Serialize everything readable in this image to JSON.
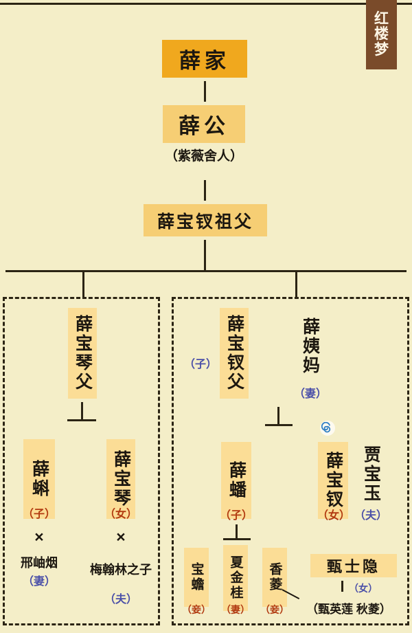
{
  "corner_tag": {
    "chars": [
      "红",
      "楼",
      "梦"
    ],
    "text": "红楼梦",
    "bg": "#7a4b2a",
    "fg": "#fdf6e6"
  },
  "palette": {
    "page_bg": "#f4eec8",
    "box_strong": "#f0a81e",
    "box_mid": "#f6ce74",
    "box_lite": "#fbdd96",
    "line": "#2b2414",
    "tag_red": "#b13a10",
    "tag_blue": "#4a4fa8",
    "spiral": "#2f7fc4"
  },
  "root": {
    "label": "薛家"
  },
  "gen1": {
    "label": "薛公",
    "sub": "（紫薇舍人）"
  },
  "gen2": {
    "label": "薛宝钗祖父"
  },
  "left_branch": {
    "head": {
      "label": "薛宝琴父"
    },
    "children": [
      {
        "label": "薛蝌",
        "role": "（子）",
        "spouse": "邢岫烟",
        "spouse_role": "（妻）"
      },
      {
        "label": "薛宝琴",
        "role": "（女）",
        "spouse": "梅翰林之子",
        "spouse_role": "（夫）"
      }
    ]
  },
  "right_branch": {
    "head": {
      "label": "薛宝钗父",
      "role": "（子）",
      "spouse": "薛姨妈",
      "spouse_role": "（妻）"
    },
    "children": [
      {
        "label": "薛蟠",
        "role": "（子）"
      },
      {
        "label": "薛宝钗",
        "role": "（女）",
        "spouse": "贾宝玉",
        "spouse_role": "（夫）"
      }
    ],
    "xue_pan_consorts": [
      {
        "label": "宝蟾",
        "role": "（妾）"
      },
      {
        "label": "夏金桂",
        "role": "（妻）"
      },
      {
        "label": "香菱",
        "role": "（妾）"
      }
    ],
    "xiangling_origin": {
      "father": "甄士隐",
      "relation": "（女）",
      "aliases": "（甄英莲 秋菱）"
    }
  },
  "icons": {
    "spiral": "spiral-icon",
    "marriage_x": "×"
  }
}
